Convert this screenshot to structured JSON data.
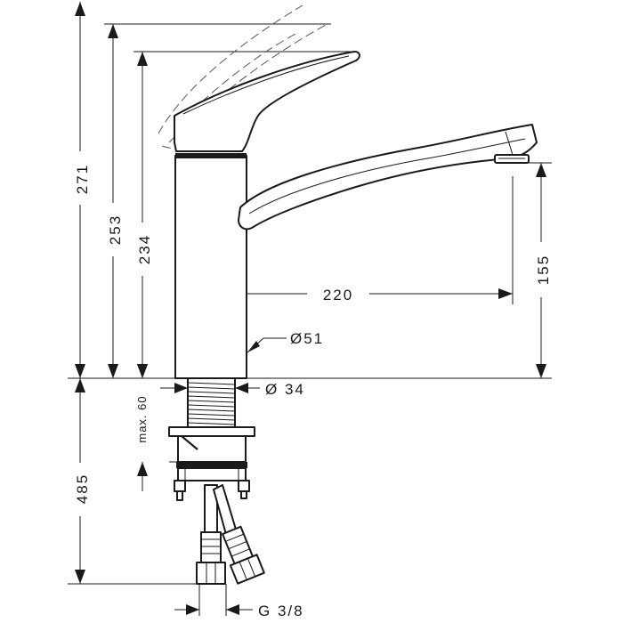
{
  "dimensions": {
    "height_total": "271",
    "height_lever": "253",
    "height_body": "234",
    "spout_reach": "220",
    "spout_height": "155",
    "body_diameter": "Ø51",
    "shank_diameter": "Ø 34",
    "max_counter_thickness": "max. 60",
    "hose_length": "485",
    "connection_thread": "G 3/8"
  },
  "colors": {
    "line": "#1a1a1a",
    "background": "#ffffff"
  }
}
